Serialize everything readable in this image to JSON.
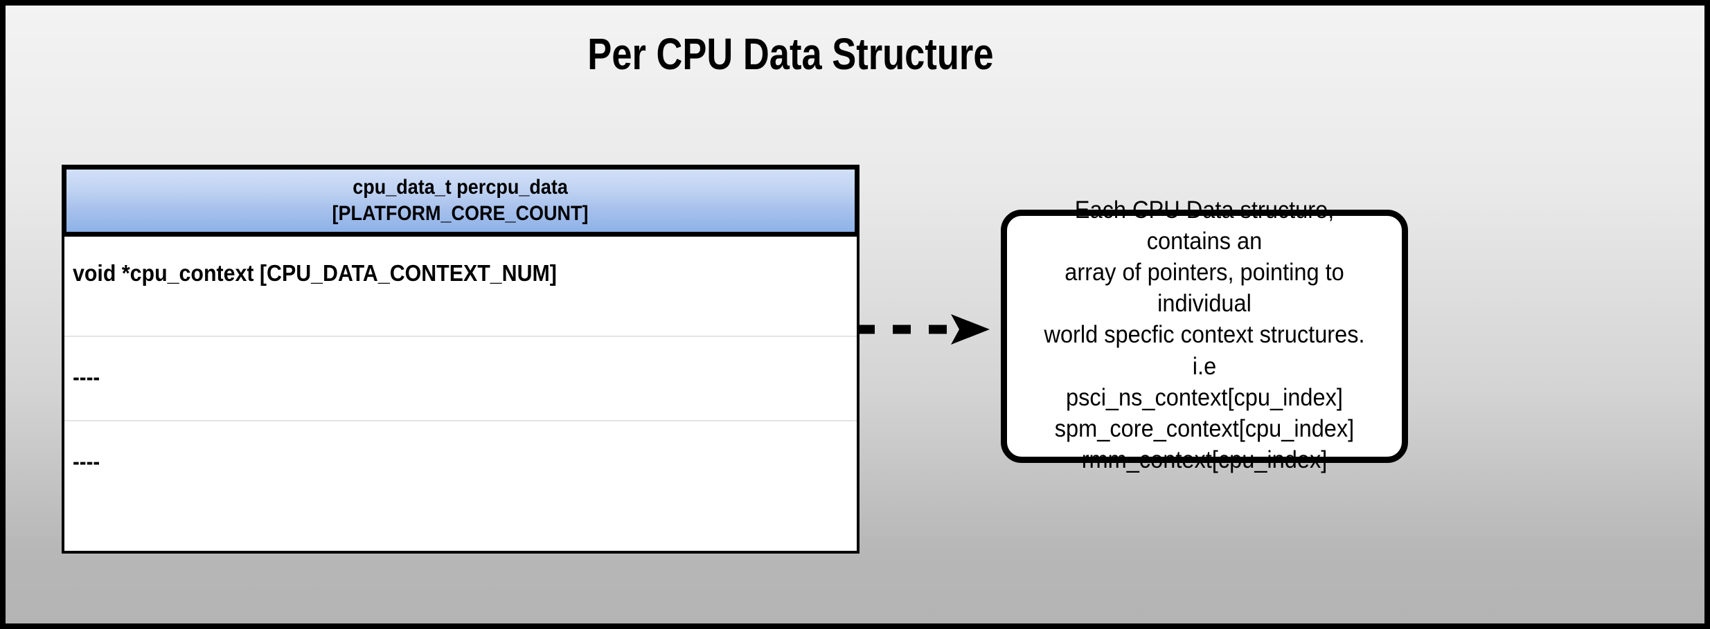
{
  "diagram": {
    "title": "Per CPU Data Structure",
    "background_top_color": "#f3f3f3",
    "background_bottom_color": "#b4b4b4",
    "border_color": "#000000"
  },
  "struct_table": {
    "header": {
      "line1": "cpu_data_t percpu_data",
      "line2": "[PLATFORM_CORE_COUNT]",
      "gradient_top_color": "#d2e0f8",
      "gradient_bottom_color": "#8db2e8"
    },
    "rows": [
      {
        "label": "void *cpu_context [CPU_DATA_CONTEXT_NUM]"
      },
      {
        "label": "----"
      },
      {
        "label": "----"
      }
    ]
  },
  "connector": {
    "style": "dashed-arrow",
    "direction": "right",
    "color": "#000000"
  },
  "callout": {
    "text": "Each CPU Data structure, contains an\narray of pointers, pointing to individual\nworld specfic context structures. i.e\npsci_ns_context[cpu_index]\nspm_core_context[cpu_index]\nrmm_context[cpu_index]",
    "border_color": "#000000",
    "background_color": "#ffffff"
  }
}
